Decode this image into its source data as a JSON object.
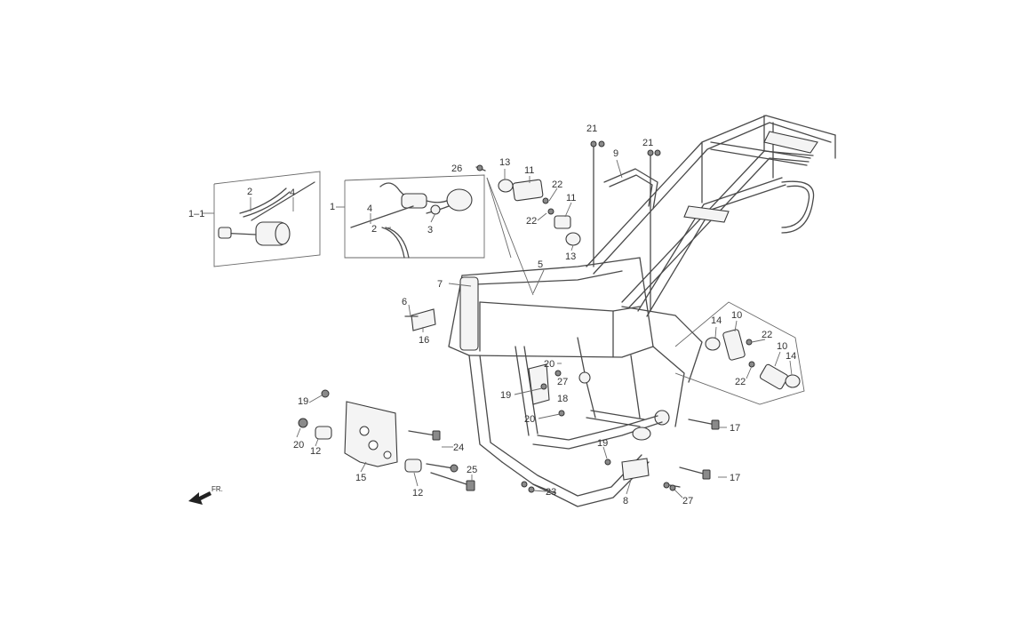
{
  "labels": {
    "l_1_1": "1–1",
    "l_1": "1",
    "l_2a": "2",
    "l_4a": "4",
    "l_4b": "4",
    "l_2b": "2",
    "l_3": "3",
    "l_26": "26",
    "l_13a": "13",
    "l_11a": "11",
    "l_22a": "22",
    "l_11b": "11",
    "l_22b": "22",
    "l_13b": "13",
    "l_21a": "21",
    "l_9": "9",
    "l_21b": "21",
    "l_5": "5",
    "l_7": "7",
    "l_6": "6",
    "l_16": "16",
    "l_14a": "14",
    "l_10a": "10",
    "l_22c": "22",
    "l_10b": "10",
    "l_14b": "14",
    "l_22d": "22",
    "l_20a": "20",
    "l_27a": "27",
    "l_19a": "19",
    "l_18": "18",
    "l_20b": "20",
    "l_17a": "17",
    "l_19b": "19",
    "l_20c": "20",
    "l_12a": "12",
    "l_24": "24",
    "l_15": "15",
    "l_12b": "12",
    "l_25": "25",
    "l_19c": "19",
    "l_17b": "17",
    "l_23": "23",
    "l_8": "8",
    "l_27b": "27"
  },
  "direction": "FR."
}
